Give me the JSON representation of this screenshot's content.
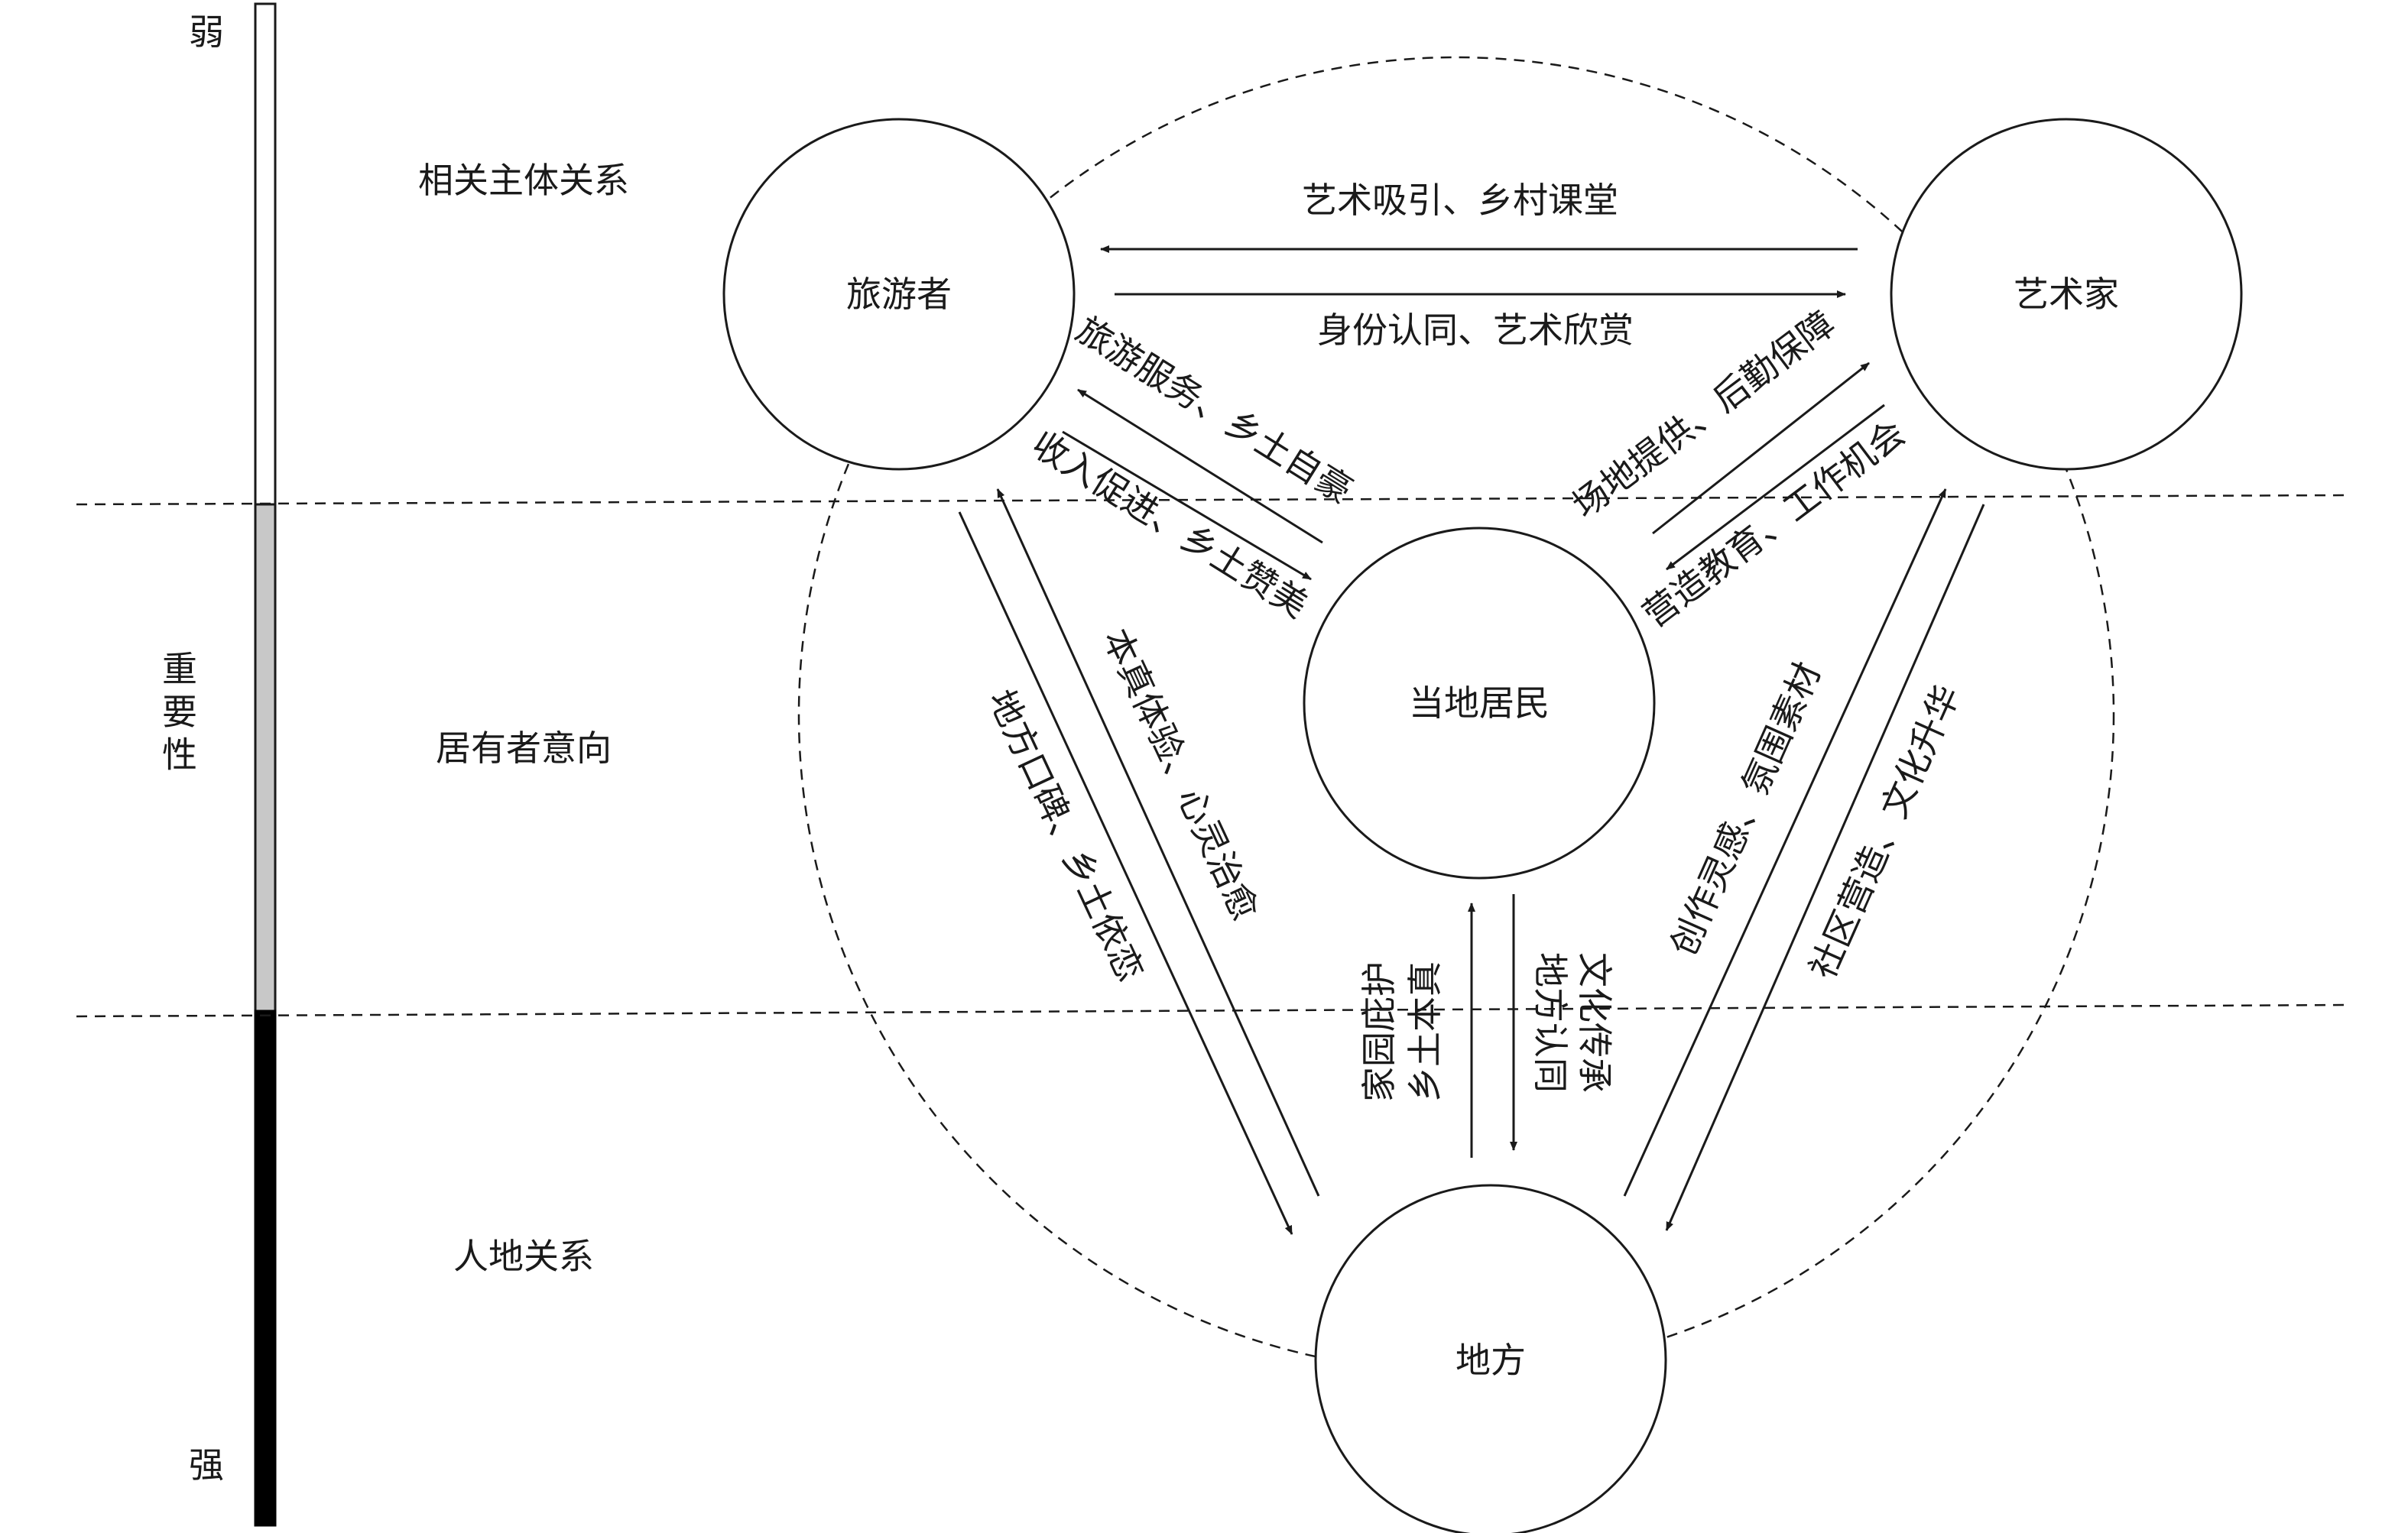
{
  "scale": {
    "top_label": "弱",
    "middle_label": "重要性",
    "bottom_label": "强",
    "colors": {
      "weak": "#ffffff",
      "middle": "#c8c8c8",
      "strong": "#000000"
    }
  },
  "levels": [
    "相关主体关系",
    "居有者意向",
    "人地关系"
  ],
  "nodes": {
    "tourist": "旅游者",
    "artist": "艺术家",
    "resident": "当地居民",
    "place": "地方"
  },
  "edges": {
    "artist_to_tourist": "艺术吸引、乡村课堂",
    "tourist_to_artist": "身份认同、艺术欣赏",
    "resident_to_tourist": "旅游服务、乡土自豪",
    "tourist_to_resident": "收入促进、乡土赞美",
    "resident_to_artist": "场地提供、后勤保障",
    "artist_to_resident": "营造教育、工作机会",
    "place_to_tourist": "本真体验、心灵治愈",
    "tourist_to_place": "地方口碑、乡土依恋",
    "place_to_resident": [
      "家园庇护",
      "乡土本真"
    ],
    "resident_to_place": [
      "地方认同",
      "文化传承"
    ],
    "place_to_artist": "创作灵感、氛围素材",
    "artist_to_place": "社区营造、文化升华"
  }
}
